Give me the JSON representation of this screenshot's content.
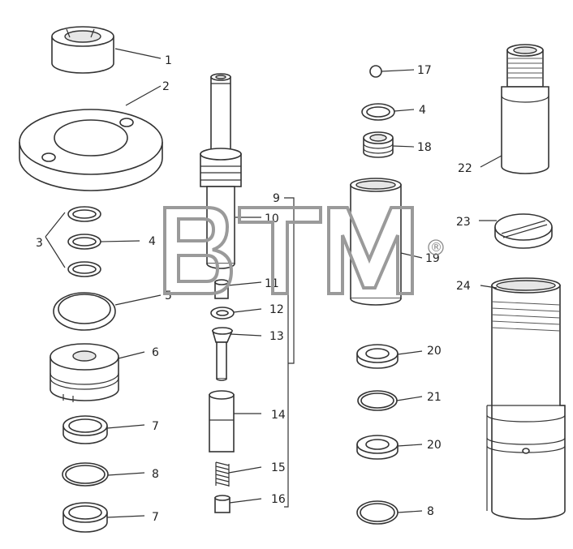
{
  "labels": {
    "l1": "1",
    "l2": "2",
    "l3": "3",
    "l4a": "4",
    "l5": "5",
    "l6": "6",
    "l7a": "7",
    "l8a": "8",
    "l7b": "7",
    "l9": "9",
    "l10": "10",
    "l11": "11",
    "l12": "12",
    "l13": "13",
    "l14": "14",
    "l15": "15",
    "l16": "16",
    "l17": "17",
    "l4b": "4",
    "l18": "18",
    "l19": "19",
    "l20a": "20",
    "l21": "21",
    "l20b": "20",
    "l8b": "8",
    "l22": "22",
    "l23": "23",
    "l24": "24"
  },
  "watermark": {
    "text": "BTM",
    "mark": "®"
  },
  "colors": {
    "ink": "#333333",
    "watermark": "#9a9a9a"
  }
}
